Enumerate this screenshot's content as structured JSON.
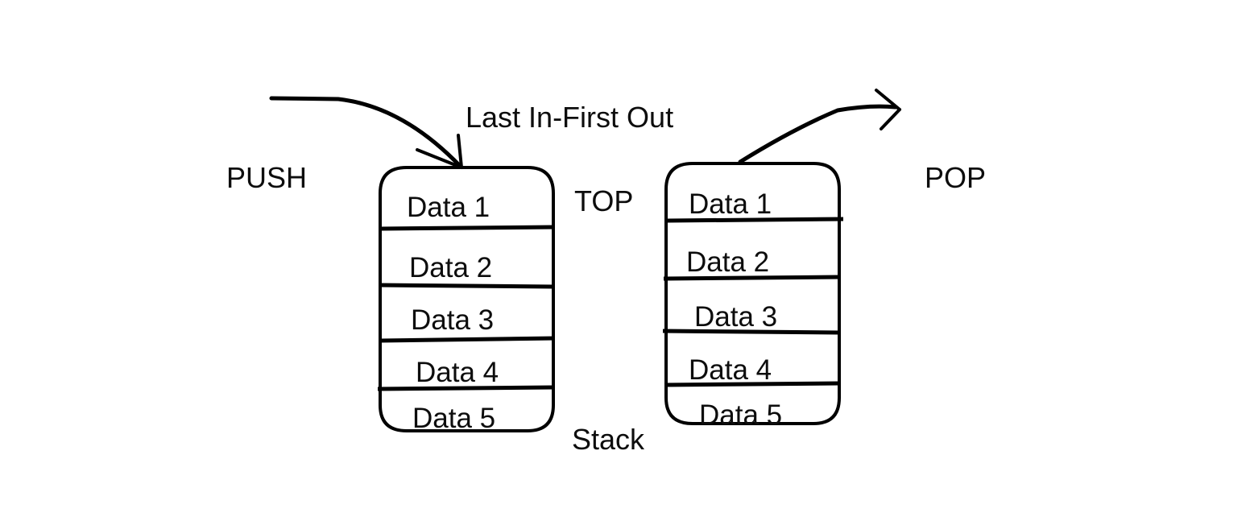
{
  "diagram": {
    "title": "Stack (Last In-First Out)",
    "background_color": "#ffffff",
    "stroke_color": "#000000",
    "text_color": "#0d0d0d",
    "labels": {
      "push": "PUSH",
      "pop": "POP",
      "lifo": "Last In-First Out",
      "top": "TOP",
      "stack": "Stack"
    },
    "left_stack": {
      "name": "stack-before",
      "cells": [
        "Data 1",
        "Data 2",
        "Data 3",
        "Data 4",
        "Data 5"
      ]
    },
    "right_stack": {
      "name": "stack-after",
      "cells": [
        "Data 1",
        "Data 2",
        "Data 3",
        "Data 4",
        "Data 5"
      ]
    },
    "arrows": {
      "push": "curved-arrow-into-stack-top",
      "pop": "curved-arrow-out-of-stack-top"
    }
  }
}
